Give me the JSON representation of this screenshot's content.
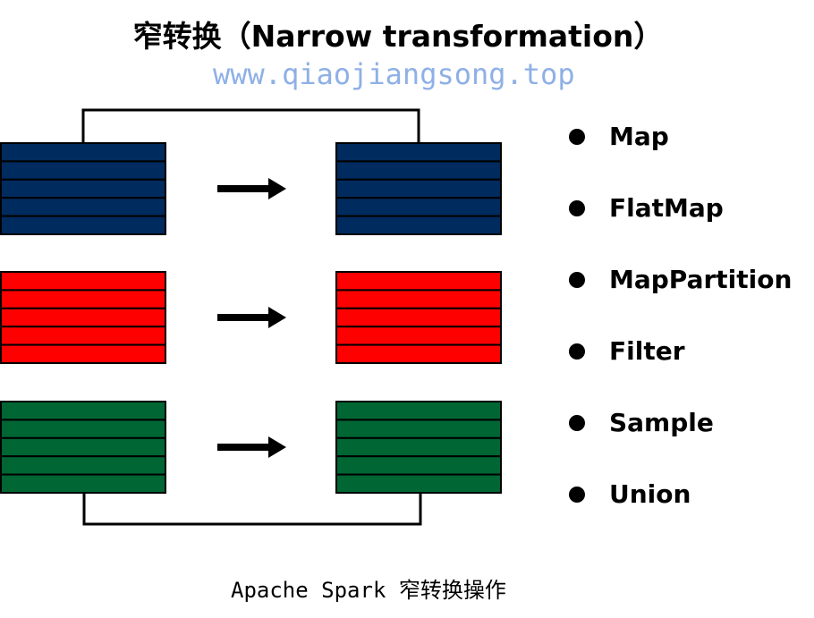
{
  "title": "窄转换（Narrow transformation）",
  "watermark": "www.qiaojiangsong.top",
  "caption": "Apache Spark 窄转换操作",
  "colors": {
    "navy": "#002b5e",
    "red": "#ff0000",
    "green": "#006633",
    "stroke": "#000000"
  },
  "rows": [
    {
      "name": "rdd-navy",
      "color": "navy"
    },
    {
      "name": "rdd-red",
      "color": "red"
    },
    {
      "name": "rdd-green",
      "color": "green"
    }
  ],
  "partitions_per_block": 5,
  "operations": [
    "Map",
    "FlatMap",
    "MapPartition",
    "Filter",
    "Sample",
    "Union"
  ]
}
